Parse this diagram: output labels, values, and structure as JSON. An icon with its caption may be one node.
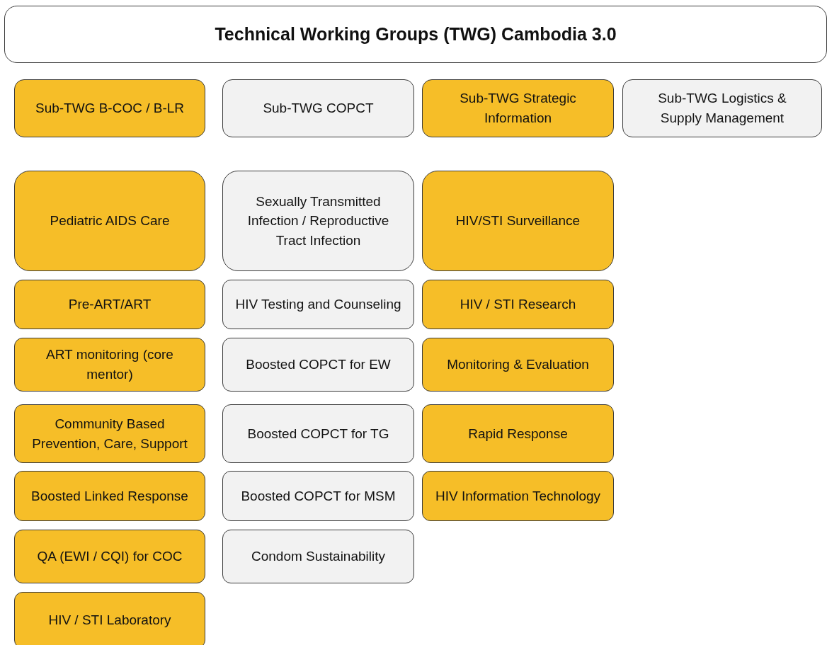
{
  "diagram": {
    "nodes": [
      {
        "text": [
          "Technical Working Groups (TWG) Cambodia 3.0"
        ]
      },
      {
        "text": [
          "Sub-TWG B-COC / B-LR"
        ]
      },
      {
        "text": [
          "Sub-TWG COPCT"
        ]
      },
      {
        "text": [
          "Sub-TWG Strategic Information"
        ]
      },
      {
        "text": [
          "Sub-TWG Logistics & Supply Management"
        ]
      },
      {
        "text": [
          "Pediatric AIDS Care"
        ]
      },
      {
        "text": [
          "Sexually Transmitted Infection / Reproductive Tract Infection"
        ]
      },
      {
        "text": [
          "HIV/STI Surveillance"
        ]
      },
      {
        "text": [
          "Pre-ART/ART"
        ]
      },
      {
        "text": [
          "HIV Testing and Counseling"
        ]
      },
      {
        "text": [
          "HIV / STI Research"
        ]
      },
      {
        "text": [
          "ART monitoring (core mentor)"
        ]
      },
      {
        "text": [
          "Boosted COPCT for EW"
        ]
      },
      {
        "text": [
          "Monitoring & Evaluation"
        ]
      },
      {
        "text": [
          "Community Based Prevention, Care, Support"
        ]
      },
      {
        "text": [
          "Boosted COPCT for TG"
        ]
      },
      {
        "text": [
          "Rapid Response"
        ]
      },
      {
        "text": [
          "Boosted Linked Response"
        ]
      },
      {
        "text": [
          "Boosted COPCT for MSM"
        ]
      },
      {
        "text": [
          "HIV Information Technology"
        ]
      },
      {
        "text": [
          "QA (EWI / CQI) for COC"
        ]
      },
      {
        "text": [
          "Condom Sustainability"
        ]
      },
      {
        "text": [
          "HIV / STI Laboratory"
        ]
      }
    ]
  }
}
